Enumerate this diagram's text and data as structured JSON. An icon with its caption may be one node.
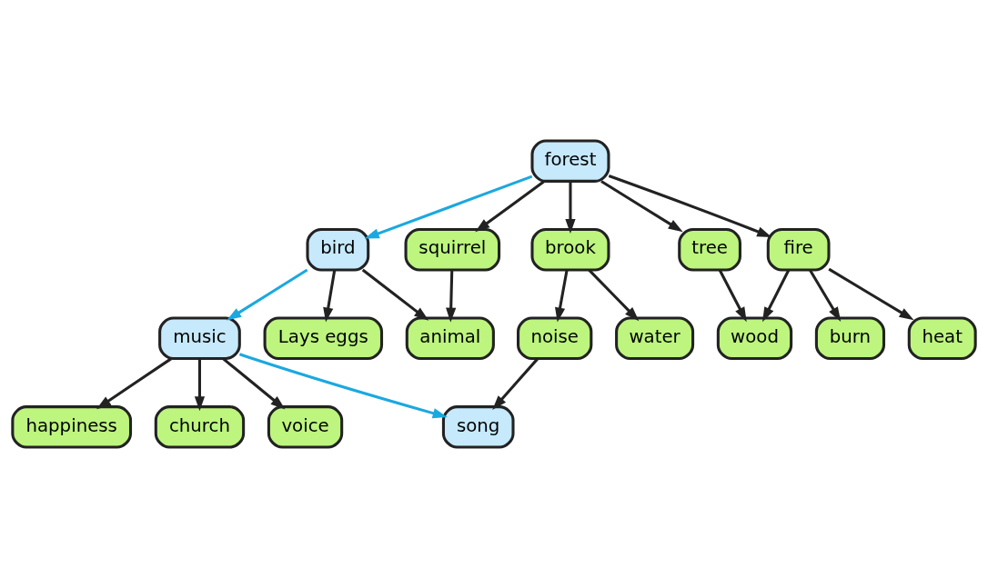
{
  "diagram": {
    "nodes": [
      {
        "text": [
          "forest"
        ]
      },
      {
        "text": [
          "bird"
        ]
      },
      {
        "text": [
          "tree"
        ]
      },
      {
        "text": [
          "squirrel"
        ]
      },
      {
        "text": [
          "brook"
        ]
      },
      {
        "text": [
          "fire"
        ]
      },
      {
        "text": [
          "music"
        ]
      },
      {
        "text": [
          "animal"
        ]
      },
      {
        "text": [
          "Lays eggs"
        ]
      },
      {
        "text": [
          "water"
        ]
      },
      {
        "text": [
          "noise"
        ]
      },
      {
        "text": [
          "burn"
        ]
      },
      {
        "text": [
          "wood"
        ]
      },
      {
        "text": [
          "heat"
        ]
      },
      {
        "text": [
          "voice"
        ]
      },
      {
        "text": [
          "happiness"
        ]
      },
      {
        "text": [
          "church"
        ]
      },
      {
        "text": [
          "song"
        ]
      }
    ],
    "edges": [
      {
        "from": 0,
        "to": 1,
        "arrow": "to",
        "color": "#1ba8e0"
      },
      {
        "from": 0,
        "to": 2,
        "arrow": "to"
      },
      {
        "from": 0,
        "to": 3,
        "arrow": "to"
      },
      {
        "from": 0,
        "to": 4,
        "arrow": "to"
      },
      {
        "from": 0,
        "to": 5,
        "arrow": "to"
      },
      {
        "from": 1,
        "to": 6,
        "arrow": "to",
        "color": "#1ba8e0"
      },
      {
        "from": 1,
        "to": 7,
        "arrow": "to"
      },
      {
        "from": 1,
        "to": 8,
        "arrow": "to"
      },
      {
        "from": 3,
        "to": 7,
        "arrow": "to"
      },
      {
        "from": 2,
        "to": 12,
        "arrow": "to"
      },
      {
        "from": 4,
        "to": 9,
        "arrow": "to"
      },
      {
        "from": 4,
        "to": 10,
        "arrow": "to"
      },
      {
        "from": 5,
        "to": 11,
        "arrow": "to"
      },
      {
        "from": 5,
        "to": 12,
        "arrow": "to"
      },
      {
        "from": 5,
        "to": 13,
        "arrow": "to"
      },
      {
        "from": 6,
        "to": 14,
        "arrow": "to"
      },
      {
        "from": 6,
        "to": 15,
        "arrow": "to"
      },
      {
        "from": 6,
        "to": 16,
        "arrow": "to"
      },
      {
        "from": 6,
        "to": 17,
        "arrow": "to",
        "color": "#1ba8e0"
      },
      {
        "from": 10,
        "to": 17,
        "arrow": "to"
      }
    ]
  }
}
